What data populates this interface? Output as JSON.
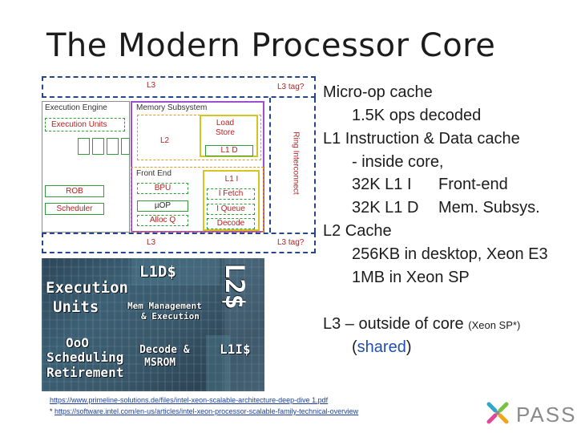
{
  "title": "The Modern Processor Core",
  "diagram": {
    "l3_top": "L3",
    "l3_tag_top": "L3 tag?",
    "execution_engine": "Execution Engine",
    "execution_units": "Execution Units",
    "rob": "ROB",
    "scheduler": "Scheduler",
    "memory_subsystem": "Memory Subsystem",
    "l2": "L2",
    "load_store": "Load\nStore",
    "l1d": "L1 D",
    "front_end": "Front End",
    "bpu": "BPU",
    "uop": "µOP",
    "alloc_q": "Alloc Q",
    "l1i": "L1 I",
    "ifetch": "I Fetch",
    "iqueue": "I Queue",
    "decode": "Decode",
    "ring": "Ring Interconnect",
    "l3_bottom": "L3",
    "l3_tag_bottom": "L3 tag?"
  },
  "die": {
    "l1d": "L1D$",
    "l2": "L2$",
    "execution": "Execution",
    "units": "Units",
    "mem_mgmt": "Mem Management",
    "and_exec": "& Execution",
    "ooo": "OoO",
    "scheduling": "Scheduling",
    "retirement": "Retirement",
    "decode": "Decode &",
    "msrom": "MSROM",
    "l1is": "L1I$"
  },
  "bullets": {
    "b1": "Micro-op cache",
    "b2": "1.5K ops decoded",
    "b3": "L1 Instruction & Data cache",
    "b4": "- inside core,",
    "b5a": "32K L1 I",
    "b5b": "Front-end",
    "b6a": "32K L1 D",
    "b6b": "Mem. Subsys.",
    "b7": "L2 Cache",
    "b8": "256KB in desktop, Xeon E3",
    "b9": "1MB in Xeon SP",
    "b10": "L3 – outside of core",
    "b10_note": "(Xeon SP*)",
    "b11_pre": "(",
    "b11_word": "shared",
    "b11_post": ")"
  },
  "footer": {
    "link1": "https://www.primeline-solutions.de/files/intel-xeon-scalable-architecture-deep-dive 1.pdf",
    "star": "* ",
    "link2": "https://software.intel.com/en-us/articles/intel-xeon-processor-scalable-family-technical-overview"
  },
  "logo": {
    "text": "PASS"
  },
  "colors": {
    "blue_dashed": "#27468a",
    "purple": "#9c4fd0",
    "orange": "#e29b1c",
    "green": "#2e9c37",
    "yellow": "#d6c51e",
    "label_red": "#b22222",
    "text_blue": "#1f4fb0"
  }
}
